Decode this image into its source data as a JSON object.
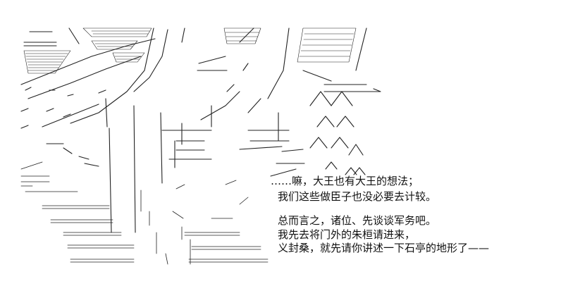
{
  "illustration": {
    "kind": "ascii-art line drawing",
    "subject": "figure-with-raised-arms"
  },
  "captions": {
    "line1": "……嘛，大王也有大王的想法；",
    "line2": "我们这些做臣子也没必要去计较。",
    "line3": "总而言之，诸位、先谈谈军务吧。",
    "line4": "我先去将门外的朱桓请进来，",
    "line5": "义封桑，就先请你讲述一下石亭的地形了——"
  },
  "colors": {
    "ink": "#111111",
    "background": "#ffffff"
  }
}
